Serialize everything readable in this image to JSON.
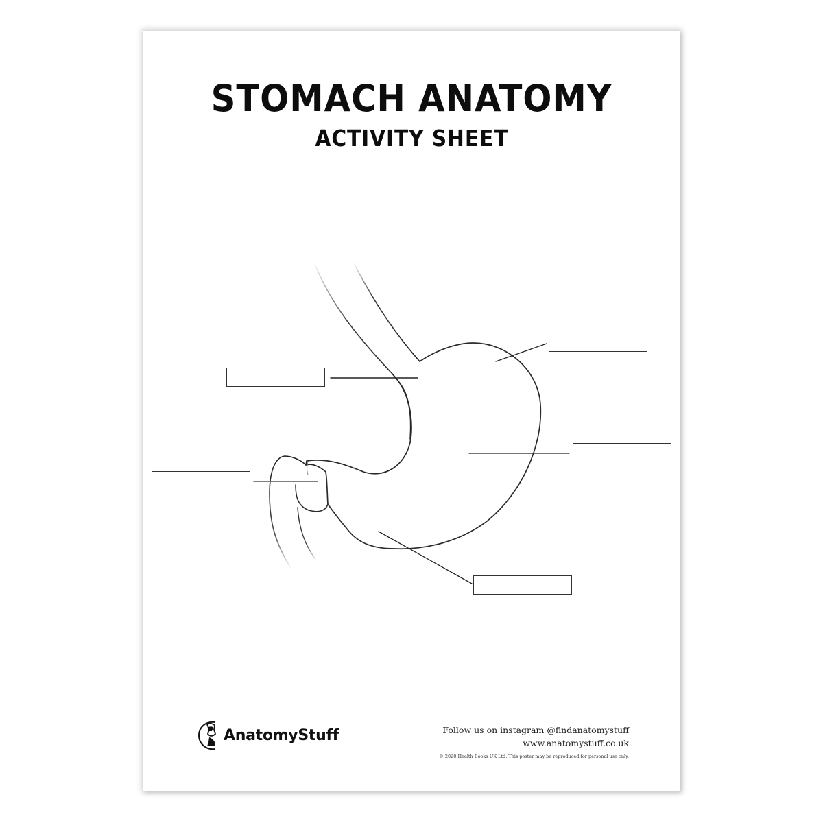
{
  "document": {
    "title": "STOMACH ANATOMY",
    "subtitle": "ACTIVITY SHEET"
  },
  "diagram": {
    "subject": "stomach",
    "label_boxes": [
      {
        "id": "box-upper-left",
        "value": ""
      },
      {
        "id": "box-left",
        "value": ""
      },
      {
        "id": "box-top-right",
        "value": ""
      },
      {
        "id": "box-right",
        "value": ""
      },
      {
        "id": "box-bottom",
        "value": ""
      }
    ]
  },
  "footer": {
    "brand": "AnatomyStuff",
    "brand_icon": "anatomy-figure-logo-icon",
    "instagram": "Follow us on instagram @findanatomystuff",
    "website": "www.anatomystuff.co.uk",
    "copyright": "© 2020 Health Books UK Ltd. This poster may be reproduced for personal use only."
  }
}
